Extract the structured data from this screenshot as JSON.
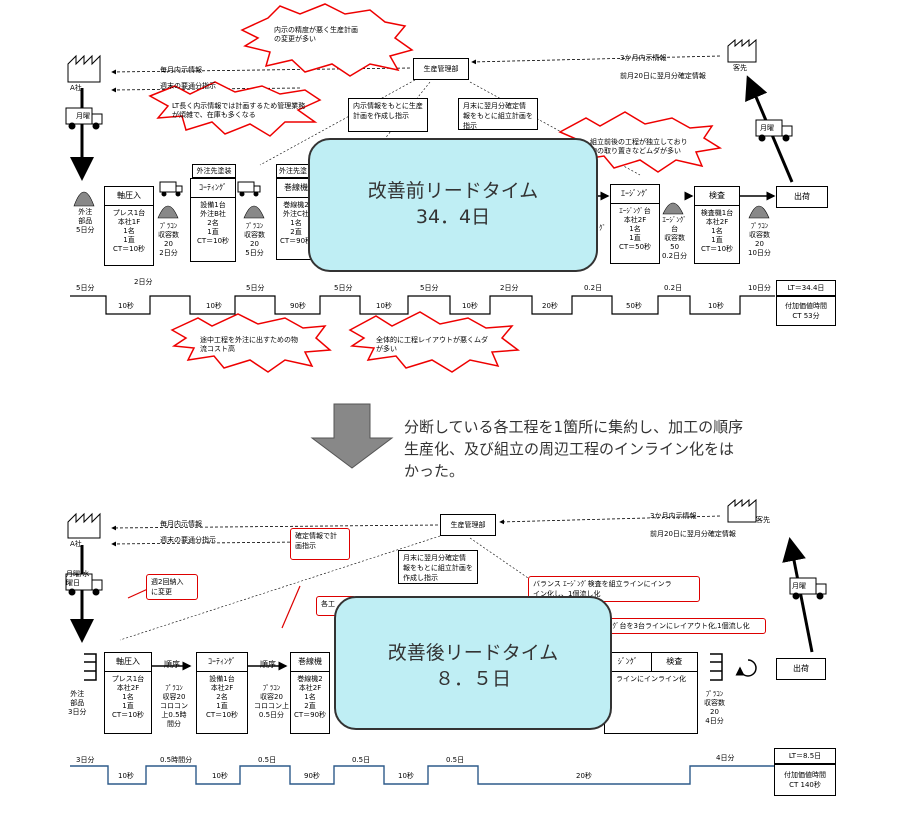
{
  "before": {
    "supplier": "A社",
    "customer": "客先",
    "production_control": "生産管理部",
    "left_info": [
      "毎月内示情報",
      "週末の要通分指示"
    ],
    "right_info": [
      "3か月内示情報",
      "前月20日に翌月分確定情報"
    ],
    "truck_left": "月曜",
    "truck_right": "月曜",
    "outsourced_parts": "外注\n部品\n5日分",
    "outsource_tags": [
      "外注先塗装",
      "外注先塗"
    ],
    "notes": [
      "内示情報をもとに生産\n計画を作成し指示",
      "月末に翌月分確定情\n報をもとに組立計画を\n指示"
    ],
    "bursts": [
      "内示の精度が悪く生産計画\nの変更が多い",
      "LT長く内示情報では計画するため管理業務\nが煩雑で、在庫も多くなる",
      "組立前後の工程が独立しており\n物の取り置きなどムダが多い",
      "途中工程を外注に出すための物\n流コスト高",
      "全体的に工程レイアウトが悪くムダ\nが多い"
    ],
    "processes": [
      {
        "title": "軸圧入",
        "body": "プレス1台\n本社1F\n1名\n1直\nCT＝10秒"
      },
      {
        "title": "ｺｰﾃｨﾝｸﾞ",
        "body": "設備1台\n外注B社\n2名\n1直\nCT＝10秒"
      },
      {
        "title": "巻線機",
        "body": "巻線機2\n外注C社\n1名\n2直\nCT＝90秒"
      },
      {
        "title": "ｴｰｼﾞﾝｸﾞ",
        "body": "ｴｰｼﾞﾝｸﾞ台\n本社2F\n1名\n1直\nCT＝50秒"
      },
      {
        "title": "検査",
        "body": "検査機1台\n本社2F\n1名\n1直\nCT＝10秒"
      }
    ],
    "partial_labels": [
      "ｼﾞｸﾞ"
    ],
    "ship": "出荷",
    "inventories": [
      "ﾌﾟﾗｺﾝ\n収容数\n20\n2日分",
      "ﾌﾟﾗｺﾝ\n収容数\n20\n5日分",
      "ｴｰｼﾞﾝｸﾞ\n台\n収容数\n50\n0.2日分",
      "ﾌﾟﾗｺﾝ\n収容数\n20\n10日分"
    ],
    "timeline_top": [
      "5日分",
      "2日分",
      "5日分",
      "5日分",
      "5日分",
      "2日分",
      "0.2日",
      "0.2日",
      "10日分"
    ],
    "timeline_bottom": [
      "10秒",
      "10秒",
      "90秒",
      "10秒",
      "10秒",
      "20秒",
      "50秒",
      "10秒"
    ],
    "lt_label": "LT＝34.4日",
    "va_label": "付加価値時間\nCT 53分",
    "lead_time": "改善前リードタイム\n34．4日"
  },
  "message": "分断している各工程を1箇所に集約し、加工の順序\n生産化、及び組立の周辺工程のインライン化をは\nかった。",
  "after": {
    "supplier": "A社",
    "customer": "客先",
    "production_control": "生産管理部",
    "left_info": [
      "毎月内示情報",
      "週末の要通分指示"
    ],
    "right_info": [
      "3か月内示情報",
      "前月20日に翌月分確定情報"
    ],
    "truck_left": "月曜/水\n曜日",
    "truck_right": "月曜",
    "outsourced_parts": "外注\n部品\n3日分",
    "notes": [
      "確定情報で計\n画指示",
      "月末に翌月分確定情\n報をもとに組立計画を\n作成し指示"
    ],
    "red_notes": [
      "週2回納入\nに変更",
      "バランス ｴｰｼﾞﾝｸﾞ検査を組立ラインにインラ\nイン化し、1個流し化",
      "ｴｰｼﾞﾝｸﾞ台を3台ラインにレイアウト化,1個流し化",
      "各工"
    ],
    "processes": [
      {
        "title": "軸圧入",
        "body": "プレス1台\n本社2F\n1名\n1直\nCT＝10秒"
      },
      {
        "title": "ｺｰﾃｨﾝｸﾞ",
        "body": "設備1台\n本社2F\n2名\n1直\nCT＝10秒"
      },
      {
        "title": "巻線機",
        "body": "巻線機2\n本社2F\n1名\n2直\nCT＝90秒"
      }
    ],
    "combined_process": {
      "title_left": "ｼﾞﾝｸﾞ",
      "title_right": "検査",
      "body": "ラインにインライン化"
    },
    "flow_labels": [
      "順序",
      "順序"
    ],
    "inventories": [
      "ﾌﾟﾗｺﾝ\n収容20\nコロコン\n上0.5時\n間分",
      "ﾌﾟﾗｺﾝ\n収容20\nコロコン上\n0.5日分",
      "ﾌﾟﾗｺﾝ\n収容数\n20\n4日分"
    ],
    "ship": "出荷",
    "timeline_top": [
      "3日分",
      "0.5時間分",
      "0.5日",
      "0.5日",
      "0.5日",
      "4日分"
    ],
    "timeline_bottom": [
      "10秒",
      "10秒",
      "90秒",
      "10秒",
      "20秒"
    ],
    "lt_label": "LT＝8.5日",
    "va_label": "付加価値時間\nCT 140秒",
    "lead_time": "改善後リードタイム\n８．５日"
  }
}
